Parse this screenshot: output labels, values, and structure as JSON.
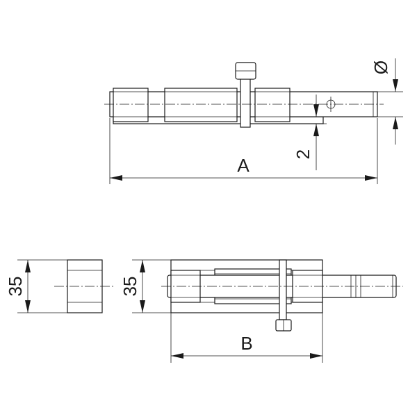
{
  "labels": {
    "dim_length_bolt": "A",
    "dim_length_base": "B",
    "dim_offset": "2",
    "dim_diameter": "Ø",
    "dim_height_keeper": "35",
    "dim_height_base": "35"
  }
}
